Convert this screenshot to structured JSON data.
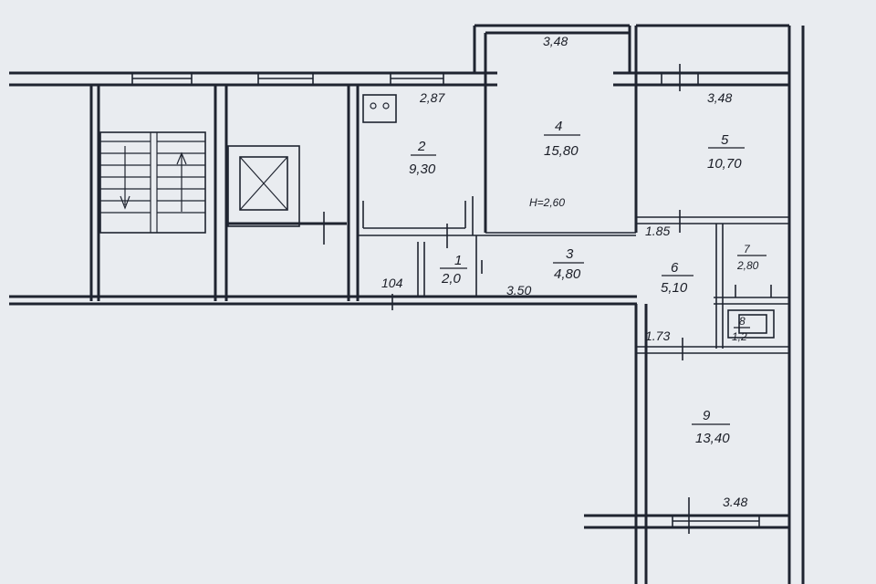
{
  "dimensions": {
    "top_room4_width": "3,48",
    "top_room5_width": "3,48",
    "kitchen_width": "2,87",
    "ceiling_height": "H=2,60",
    "hall_width": "3.50",
    "entrance_code": "104",
    "corridor_width": "1.85",
    "bath_width": "1.73",
    "bottom_width": "3.48"
  },
  "rooms": [
    {
      "number": "1",
      "area": "2,0"
    },
    {
      "number": "2",
      "area": "9,30"
    },
    {
      "number": "3",
      "area": "4,80"
    },
    {
      "number": "4",
      "area": "15,80"
    },
    {
      "number": "5",
      "area": "10,70"
    },
    {
      "number": "6",
      "area": "5,10"
    },
    {
      "number": "7",
      "area": "2,80"
    },
    {
      "number": "8",
      "area": "1,2"
    },
    {
      "number": "9",
      "area": "13,40"
    }
  ]
}
